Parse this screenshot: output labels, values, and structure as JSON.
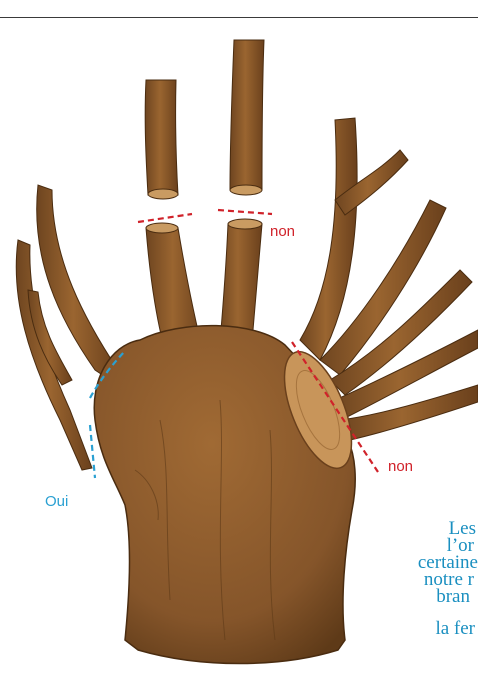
{
  "colors": {
    "no_mark": "#d0222a",
    "yes_mark": "#2aa0d2",
    "text_accent": "#1a8fc0",
    "wood": "#8b5a2b",
    "wood_dark": "#5e3a18",
    "wood_light": "#b07a42"
  },
  "labels": {
    "non_top": "non",
    "non_right": "non",
    "oui": "Oui"
  },
  "text_block": {
    "lines": [
      "Les",
      "l’or",
      "certaine",
      "notre r",
      "bran",
      "la fer"
    ]
  }
}
